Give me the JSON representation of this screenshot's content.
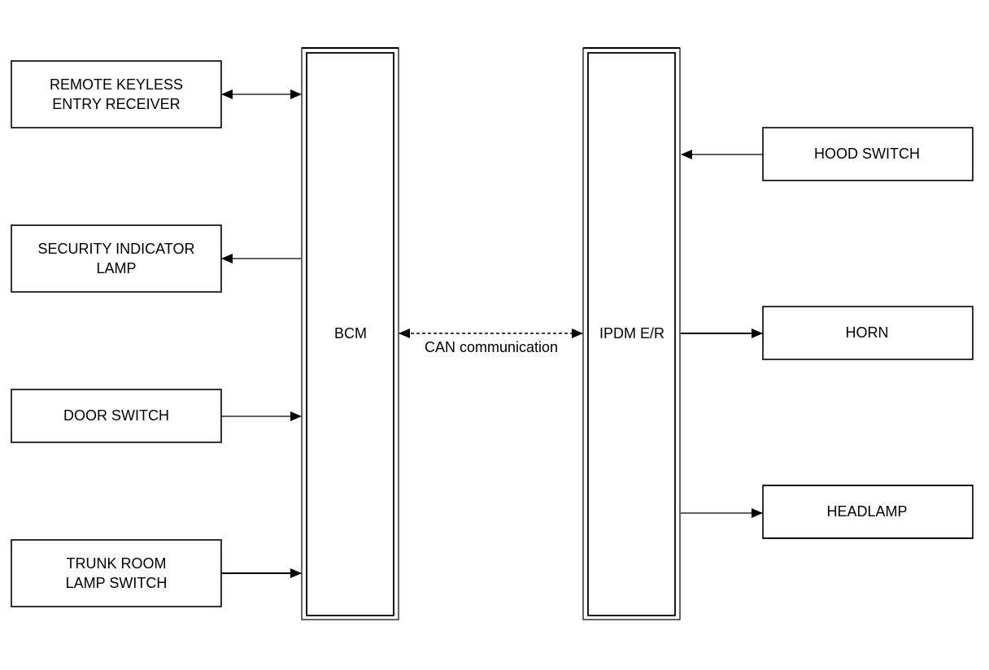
{
  "blocks": {
    "remote_keyless": {
      "line1": "REMOTE KEYLESS",
      "line2": "ENTRY RECEIVER"
    },
    "security_lamp": {
      "line1": "SECURITY INDICATOR",
      "line2": "LAMP"
    },
    "door_switch": {
      "label": "DOOR SWITCH"
    },
    "trunk_switch": {
      "line1": "TRUNK ROOM",
      "line2": "LAMP SWITCH"
    },
    "bcm": {
      "label": "BCM"
    },
    "ipdm": {
      "label": "IPDM E/R"
    },
    "hood_switch": {
      "label": "HOOD SWITCH"
    },
    "horn": {
      "label": "HORN"
    },
    "headlamp": {
      "label": "HEADLAMP"
    }
  },
  "links": {
    "can": {
      "label": "CAN communication"
    }
  }
}
